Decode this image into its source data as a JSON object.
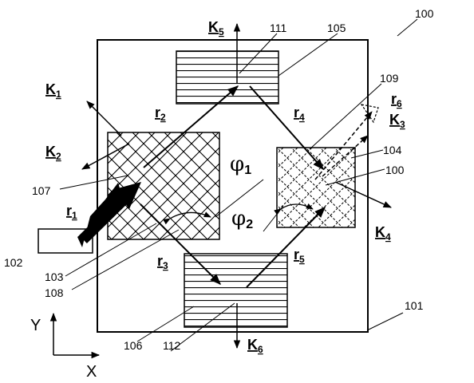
{
  "refs": {
    "r100": "100",
    "r100b": "100",
    "r101": "101",
    "r102": "102",
    "r103": "103",
    "r104": "104",
    "r105": "105",
    "r106": "106",
    "r107": "107",
    "r108": "108",
    "r109": "109",
    "r111": "111",
    "r112": "112"
  },
  "vectors": {
    "K1": {
      "main": "K",
      "sub": "1"
    },
    "K2": {
      "main": "K",
      "sub": "2"
    },
    "K3": {
      "main": "K",
      "sub": "3"
    },
    "K4": {
      "main": "K",
      "sub": "4"
    },
    "K5": {
      "main": "K",
      "sub": "5"
    },
    "K6": {
      "main": "K",
      "sub": "6"
    },
    "r1": {
      "main": "r",
      "sub": "1"
    },
    "r2": {
      "main": "r",
      "sub": "2"
    },
    "r3": {
      "main": "r",
      "sub": "3"
    },
    "r4": {
      "main": "r",
      "sub": "4"
    },
    "r5": {
      "main": "r",
      "sub": "5"
    },
    "r6": {
      "main": "r",
      "sub": "6"
    }
  },
  "angles": {
    "phi1": {
      "main": "φ",
      "sub": "1"
    },
    "phi2": {
      "main": "φ",
      "sub": "2"
    }
  },
  "axes": {
    "y": "Y",
    "x": "X"
  }
}
